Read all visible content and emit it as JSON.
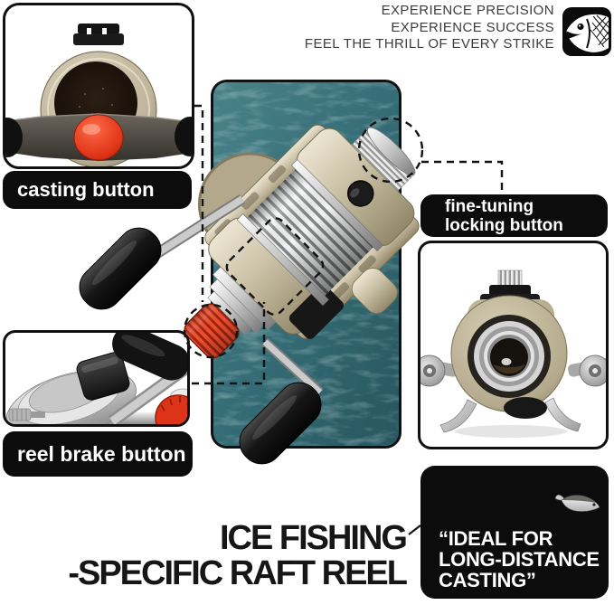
{
  "tagline": {
    "lines": [
      "EXPERIENCE PRECISION",
      "EXPERIENCE SUCCESS",
      "FEEL THE THRILL OF EVERY STRIKE"
    ]
  },
  "brand": {
    "icon": "fish-head-icon"
  },
  "callouts": {
    "casting": {
      "label": "casting button",
      "photo": "reel-top-casting-button-photo"
    },
    "fine_tuning": {
      "lines": [
        "fine-tuning",
        "locking button"
      ]
    },
    "reel_brake": {
      "label": "reel brake button",
      "photo": "reel-brake-closeup-photo"
    },
    "bottom_view": {
      "photo": "reel-bottom-view-photo"
    }
  },
  "main_photo": {
    "icon": "raft-reel-on-water-photo"
  },
  "title": {
    "lines": [
      "ICE FISHING",
      "-SPECIFIC RAFT REEL"
    ]
  },
  "quote": {
    "lines": [
      "“IDEAL FOR",
      "LONG-DISTANCE",
      "CASTING”"
    ],
    "icon": "fish-lure-icon"
  },
  "colors": {
    "accent_red": "#d9391f",
    "water_teal": "#336a73",
    "metal_champagne": "#c4b999",
    "label_bg": "#0c0c0c",
    "label_text": "#ffffff",
    "title_text": "#161616",
    "tagline_text": "#3d3d3d"
  }
}
